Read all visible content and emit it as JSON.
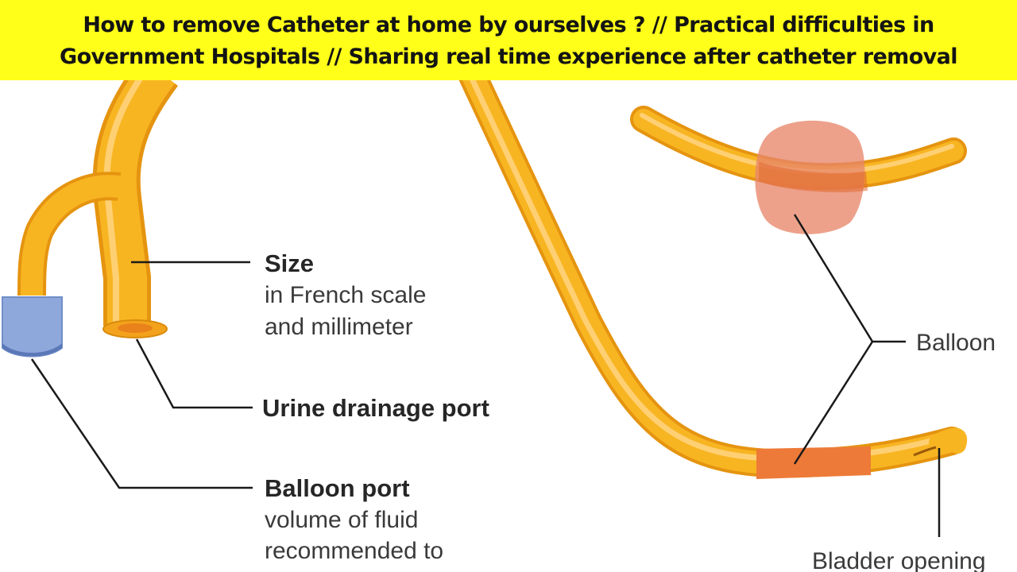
{
  "banner": {
    "line1": "How to remove Catheter at home by ourselves ? // Practical difficulties in",
    "line2": "Government Hospitals // Sharing real time experience after catheter removal",
    "background": "#ffff1a"
  },
  "labels": {
    "size_title": "Size",
    "size_desc1": "in French scale",
    "size_desc2": "and millimeter",
    "urine_port": "Urine drainage port",
    "balloon_port_title": "Balloon port",
    "balloon_port_desc1": "volume of fluid",
    "balloon_port_desc2": "recommended to",
    "balloon": "Balloon",
    "bladder_opening": "Bladder opening"
  },
  "colors": {
    "tube": "#f7b21f",
    "tube_highlight": "#ffd97a",
    "balloon": "#e8876a",
    "balloon_band": "#ed7a38",
    "port_cap": "#8fa8db",
    "leader_line": "#1a1a1a"
  }
}
